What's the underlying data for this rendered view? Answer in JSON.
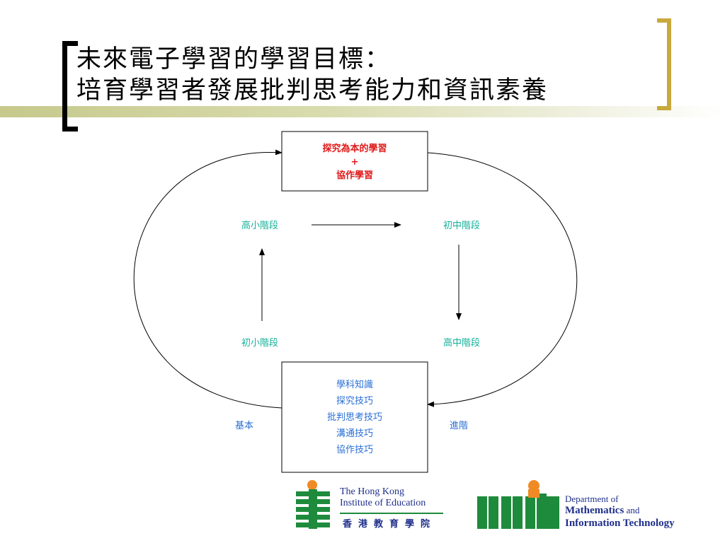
{
  "title": {
    "line1": "未來電子學習的學習目標：",
    "line2": "培育學習者發展批判思考能力和資訊素養"
  },
  "diagram": {
    "top_box": {
      "line1": "探究為本的學習",
      "line2": "+",
      "line3": "協作學習"
    },
    "stages": {
      "upper_primary": "高小階段",
      "junior_secondary": "初中階段",
      "lower_primary": "初小階段",
      "senior_secondary": "高中階段"
    },
    "bottom_box": {
      "items": [
        "學科知識",
        "探究技巧",
        "批判思考技巧",
        "溝通技巧",
        "協作技巧"
      ]
    },
    "labels": {
      "basic": "基本",
      "advanced": "進階"
    }
  },
  "logos": {
    "hkied": {
      "line1": "The Hong Kong",
      "line2": "Institute of Education",
      "chinese": "香港教育學院"
    },
    "mit": {
      "line1": "Department of",
      "line2_bold": "Mathematics",
      "line2_rest": " and",
      "line3": "Information Technology"
    }
  },
  "colors": {
    "title": "#000000",
    "left_bracket": "#000000",
    "right_bracket": "#c8a93d",
    "top_box_text": "#e01818",
    "stage_text": "#14b09a",
    "bottom_box_text": "#2a6fd6",
    "basic_advanced_text": "#2a6fd6",
    "logo_green": "#1e8b3c",
    "logo_orange": "#f08a24",
    "logo_navy": "#1f2f8a"
  }
}
